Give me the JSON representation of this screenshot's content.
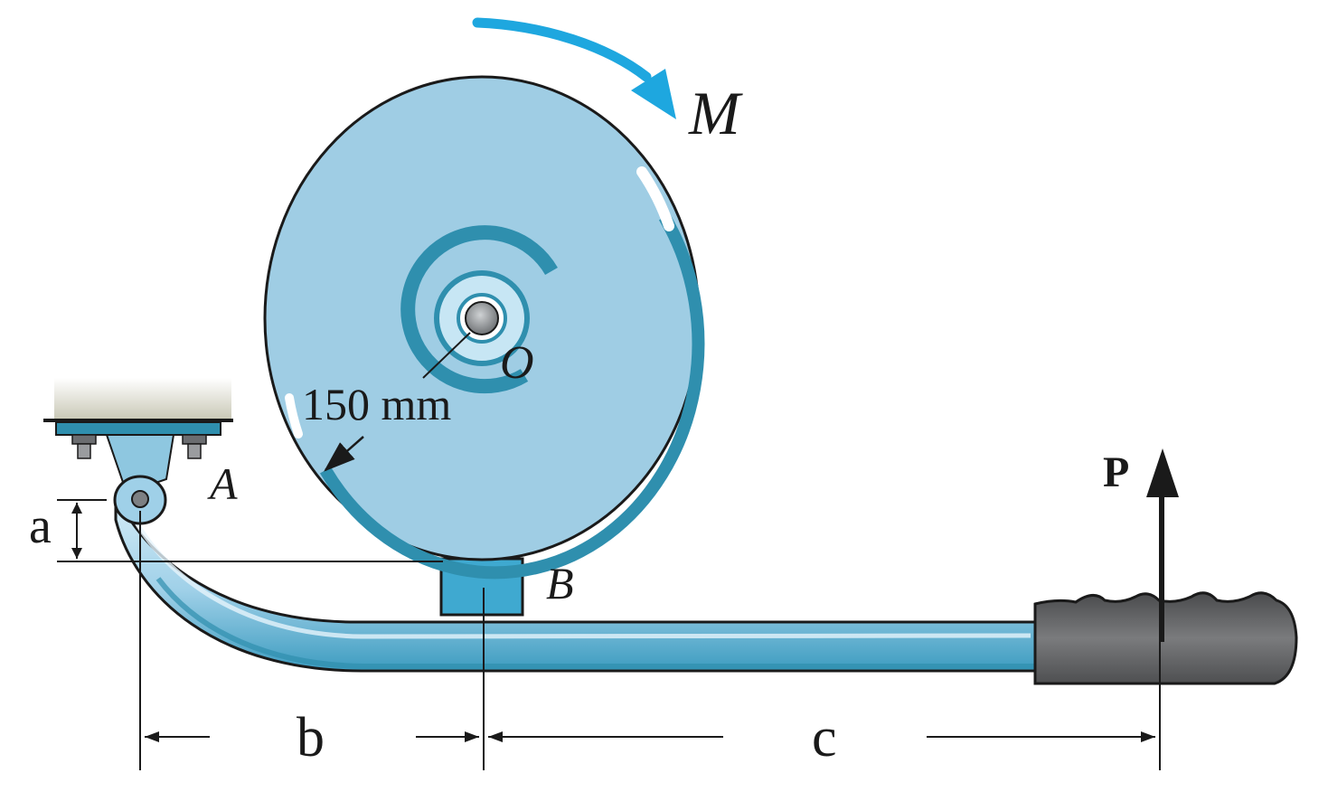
{
  "labels": {
    "moment": "M",
    "center": "O",
    "radius": "150 mm",
    "pin": "A",
    "contact": "B",
    "force": "P",
    "dim_a": "a",
    "dim_b": "b",
    "dim_c": "c"
  },
  "colors": {
    "drum_light": "#a9d2e8",
    "drum_dark": "#2f8fae",
    "arrow_blue": "#1ea7df",
    "handle_grip": "#5e5f61",
    "ink": "#1a1a1a"
  }
}
